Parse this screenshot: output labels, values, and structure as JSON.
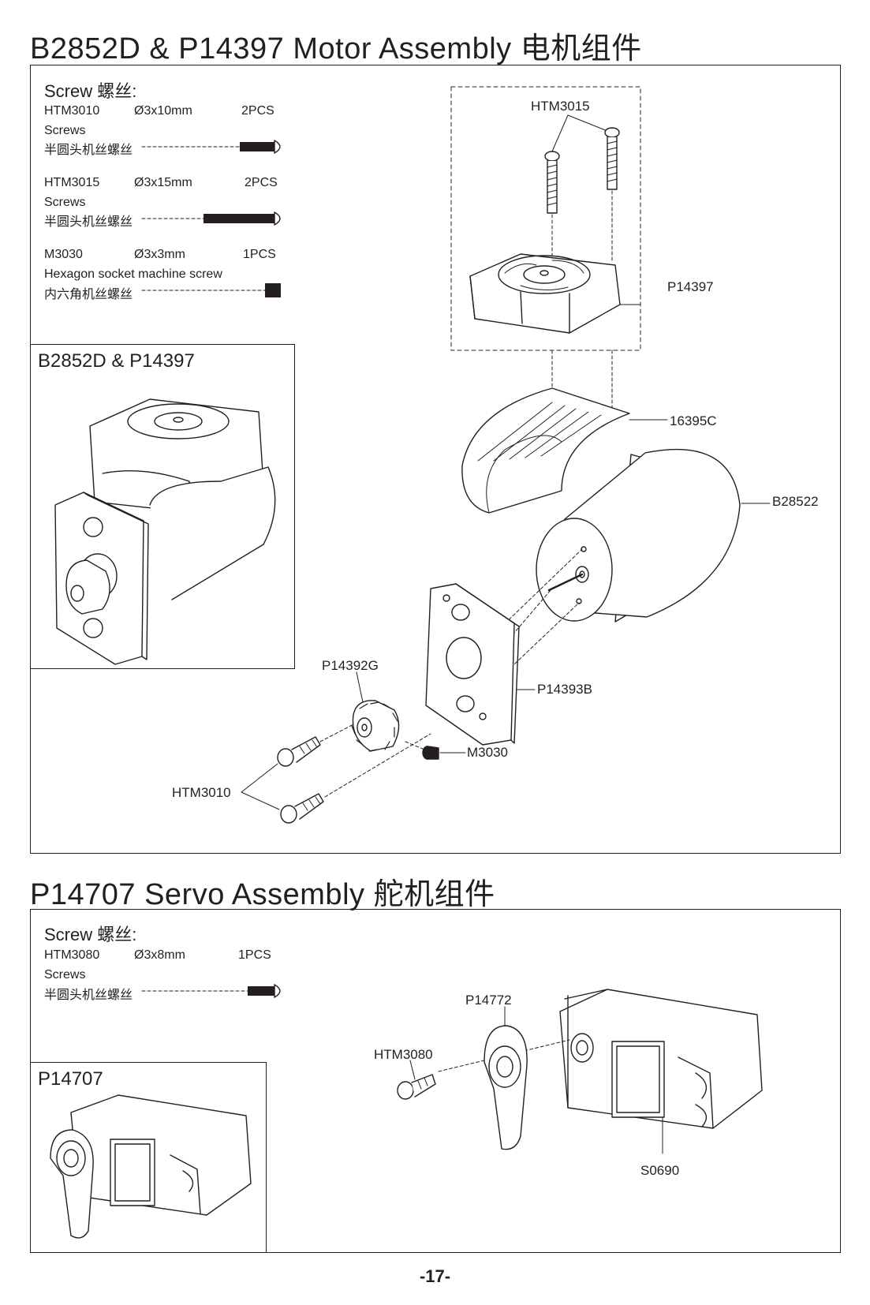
{
  "motor": {
    "title": "B2852D & P14397 Motor Assembly 电机组件",
    "screw_heading": "Screw 螺丝:",
    "screws": [
      {
        "code": "HTM3010",
        "size": "Ø3x10mm",
        "qty": "2PCS",
        "name_en": "Screws",
        "name_cn": "半圆头机丝螺丝"
      },
      {
        "code": "HTM3015",
        "size": "Ø3x15mm",
        "qty": "2PCS",
        "name_en": "Screws",
        "name_cn": "半圆头机丝螺丝"
      },
      {
        "code": "M3030",
        "size": "Ø3x3mm",
        "qty": "1PCS",
        "name_en": "Hexagon socket machine screw",
        "name_cn": "内六角机丝螺丝"
      }
    ],
    "inset_title": "B2852D & P14397",
    "callouts": {
      "htm3015": "HTM3015",
      "p14397": "P14397",
      "c16395": "16395C",
      "b28522": "B28522",
      "p14392g": "P14392G",
      "p14393b": "P14393B",
      "m3030": "M3030",
      "htm3010": "HTM3010"
    }
  },
  "servo": {
    "title": "P14707 Servo Assembly 舵机组件",
    "screw_heading": "Screw 螺丝:",
    "screws": [
      {
        "code": "HTM3080",
        "size": "Ø3x8mm",
        "qty": "1PCS",
        "name_en": "Screws",
        "name_cn": "半圆头机丝螺丝"
      }
    ],
    "inset_title": "P14707",
    "callouts": {
      "p14772": "P14772",
      "htm3080": "HTM3080",
      "s0690": "S0690"
    }
  },
  "page_number": "-17-"
}
